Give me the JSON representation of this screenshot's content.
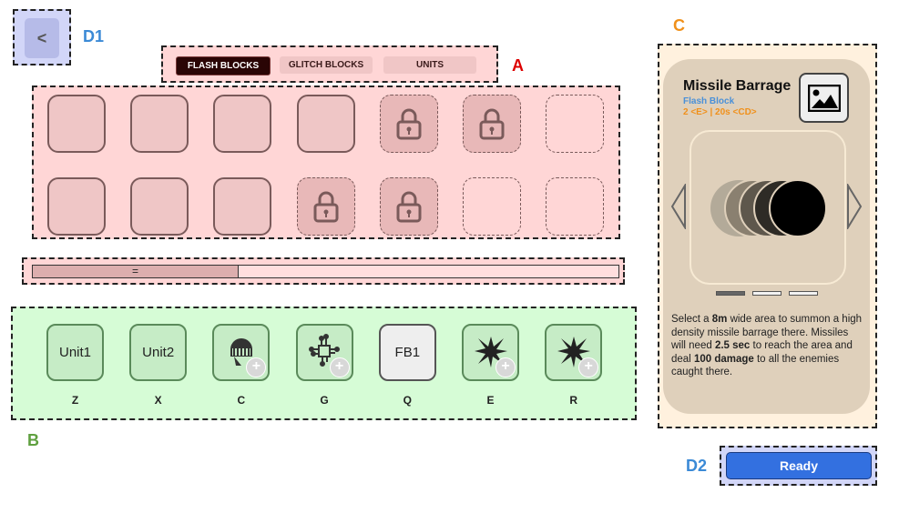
{
  "labels": {
    "d1": "D1",
    "a": "A",
    "b": "B",
    "c": "C",
    "d2": "D2"
  },
  "back_button": "<",
  "tabs": [
    {
      "label": "FLASH BLOCKS",
      "active": true
    },
    {
      "label": "GLITCH BLOCKS",
      "active": false
    },
    {
      "label": "UNITS",
      "active": false
    }
  ],
  "slots": [
    [
      "filled",
      "filled",
      "filled",
      "filled",
      "locked",
      "locked",
      "empty"
    ],
    [
      "filled",
      "filled",
      "filled",
      "locked",
      "locked",
      "empty",
      "empty"
    ]
  ],
  "slider": {
    "handle": "=",
    "value_fraction": 0.35
  },
  "units": [
    {
      "label": "Unit1",
      "key": "Z",
      "icon": "text"
    },
    {
      "label": "Unit2",
      "key": "X",
      "icon": "text"
    },
    {
      "label": "",
      "key": "C",
      "icon": "knight-helmet-icon"
    },
    {
      "label": "",
      "key": "G",
      "icon": "circuit-icon"
    },
    {
      "label": "FB1",
      "key": "Q",
      "icon": "text"
    },
    {
      "label": "",
      "key": "E",
      "icon": "explosion-icon"
    },
    {
      "label": "",
      "key": "R",
      "icon": "explosion-icon"
    }
  ],
  "detail": {
    "title": "Missile Barrage",
    "type": "Flash Block",
    "cost": "2 <E> | 20s <CD>",
    "desc": [
      {
        "t": "Select a "
      },
      {
        "t": "8m",
        "b": true
      },
      {
        "t": " wide area to summon a high density missile barrage there. Missiles will need "
      },
      {
        "t": "2.5 sec",
        "b": true
      },
      {
        "t": " to reach the area and deal "
      },
      {
        "t": "100 damage",
        "b": true
      },
      {
        "t": " to all the enemies caught there."
      }
    ],
    "page_index": 0,
    "page_count": 3
  },
  "ready_button": "Ready",
  "colors": {
    "pink": "#ffd6d6",
    "green": "#d6fcd6",
    "card": "#dfd0bb",
    "ready": "#3370e0"
  }
}
